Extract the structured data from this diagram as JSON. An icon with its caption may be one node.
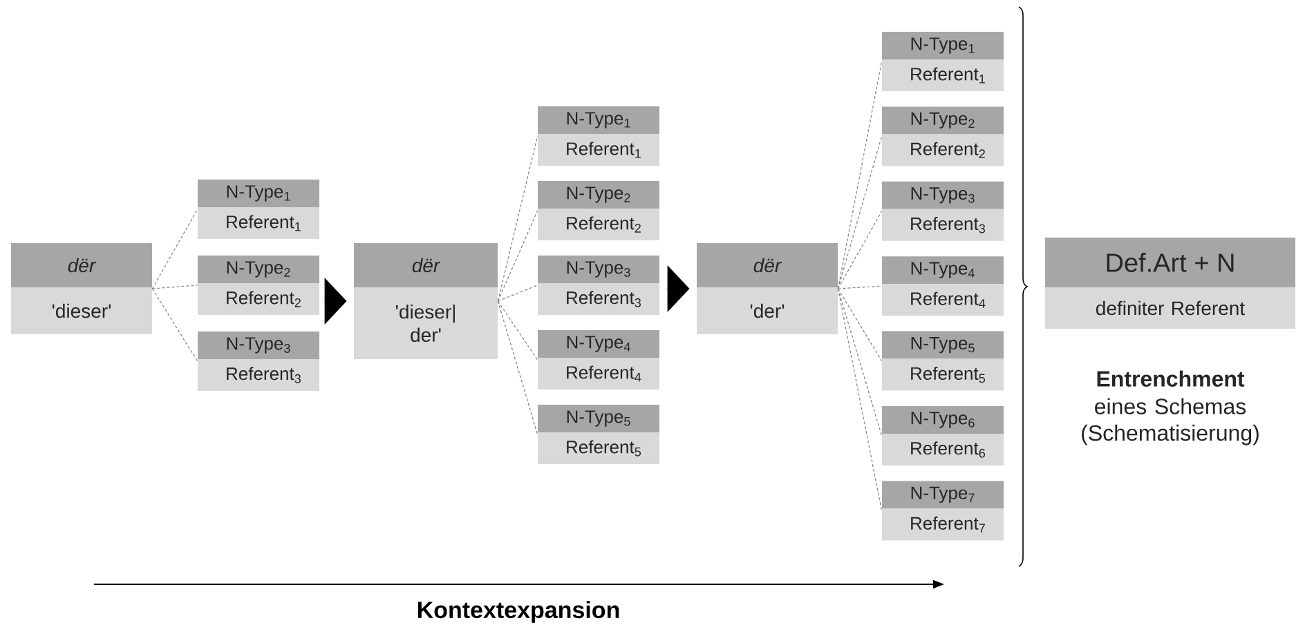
{
  "diagram": {
    "nodes": [
      {
        "text": [
          "dër",
          "'dieser'"
        ]
      },
      {
        "text": [
          "N-Type$_{1}$",
          "Referent$_{1}$"
        ]
      },
      {
        "text": [
          "N-Type$_{2}$",
          "Referent$_{2}$"
        ]
      },
      {
        "text": [
          "N-Type$_{3}$",
          "Referent$_{3}$"
        ]
      },
      {
        "text": [
          "dër",
          "'dieser| der'"
        ]
      },
      {
        "text": [
          "N-Type$_{1}$",
          "Referent$_{1}$"
        ]
      },
      {
        "text": [
          "N-Type$_{2}$",
          "Referent$_{2}$"
        ]
      },
      {
        "text": [
          "N-Type$_{3}$",
          "Referent$_{3}$"
        ]
      },
      {
        "text": [
          "N-Type$_{4}$",
          "Referent$_{4}$"
        ]
      },
      {
        "text": [
          "N-Type$_{5}$",
          "Referent$_{5}$"
        ]
      },
      {
        "text": [
          "dër",
          "'der'"
        ]
      },
      {
        "text": [
          "N-Type$_{1}$",
          "Referent$_{1}$"
        ]
      },
      {
        "text": [
          "N-Type$_{2}$",
          "Referent$_{2}$"
        ]
      },
      {
        "text": [
          "N-Type$_{3}$",
          "Referent$_{3}$"
        ]
      },
      {
        "text": [
          "N-Type$_{4}$",
          "Referent$_{4}$"
        ]
      },
      {
        "text": [
          "N-Type$_{5}$",
          "Referent$_{5}$"
        ]
      },
      {
        "text": [
          "N-Type$_{6}$",
          "Referent$_{6}$"
        ]
      },
      {
        "text": [
          "N-Type$_{7}$",
          "Referent$_{7}$"
        ]
      },
      {
        "text": [
          "Def.Art + N",
          "definiter Referent"
        ],
        "beside": [
          "Entrenchment",
          "eines Schemas (Schematisierung)"
        ]
      }
    ],
    "edges": [
      {
        "from": 0,
        "to": 1,
        "arrow": "none",
        "style": "dashed"
      },
      {
        "from": 0,
        "to": 2,
        "arrow": "none",
        "style": "dashed"
      },
      {
        "from": 0,
        "to": 3,
        "arrow": "none",
        "style": "dashed"
      },
      {
        "from": 2,
        "to": 4,
        "arrow": "to",
        "color": "#000000"
      },
      {
        "from": 4,
        "to": 5,
        "arrow": "none",
        "style": "dashed"
      },
      {
        "from": 4,
        "to": 6,
        "arrow": "none",
        "style": "dashed"
      },
      {
        "from": 4,
        "to": 7,
        "arrow": "none",
        "style": "dashed"
      },
      {
        "from": 4,
        "to": 8,
        "arrow": "none",
        "style": "dashed"
      },
      {
        "from": 4,
        "to": 9,
        "arrow": "none",
        "style": "dashed"
      },
      {
        "from": 7,
        "to": 10,
        "arrow": "to",
        "color": "#000000"
      },
      {
        "from": 10,
        "to": 11,
        "arrow": "none",
        "style": "dashed"
      },
      {
        "from": 10,
        "to": 12,
        "arrow": "none",
        "style": "dashed"
      },
      {
        "from": 10,
        "to": 13,
        "arrow": "none",
        "style": "dashed"
      },
      {
        "from": 10,
        "to": 14,
        "arrow": "none",
        "style": "dashed"
      },
      {
        "from": 10,
        "to": 15,
        "arrow": "none",
        "style": "dashed"
      },
      {
        "from": 10,
        "to": 16,
        "arrow": "none",
        "style": "dashed"
      },
      {
        "from": 10,
        "to": 17,
        "arrow": "none",
        "style": "dashed"
      }
    ],
    "labels": [
      "Kontextexpansion"
    ]
  }
}
